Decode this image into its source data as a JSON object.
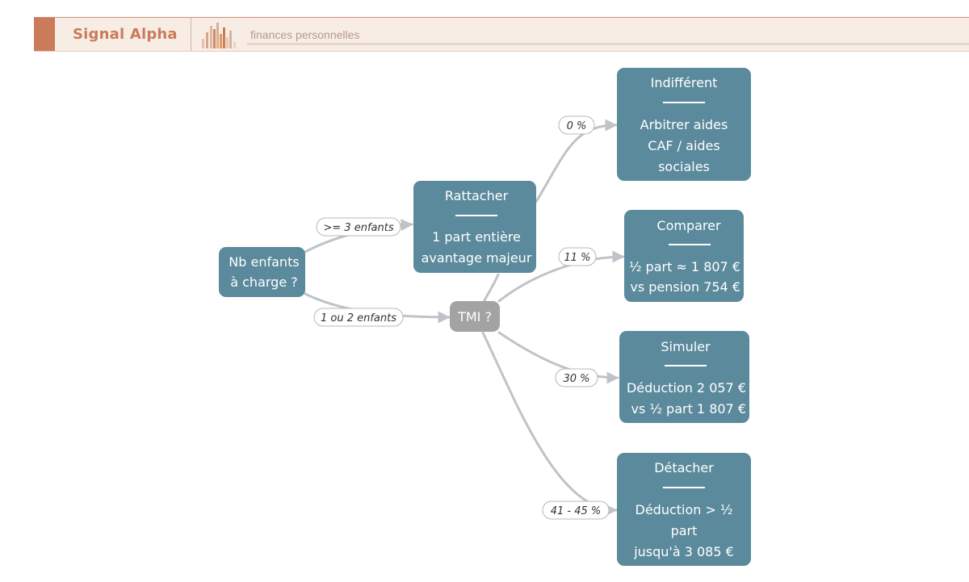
{
  "header": {
    "brand": "Signal Alpha",
    "subtitle": "finances personnelles"
  },
  "diagram": {
    "root": [
      "Nb enfants",
      "à charge ?"
    ],
    "tmi": "TMI ?",
    "rattacher": {
      "title": "Rattacher",
      "lines": [
        "1 part entière",
        "avantage majeur"
      ]
    },
    "indifferent": {
      "title": "Indifférent",
      "lines": [
        "Arbitrer aides",
        "CAF / aides",
        "sociales"
      ]
    },
    "comparer": {
      "title": "Comparer",
      "lines": [
        "½ part ≈ 1 807 €",
        "vs pension 754 €"
      ]
    },
    "simuler": {
      "title": "Simuler",
      "lines": [
        "Déduction 2 057 €",
        "vs ½ part 1 807 €"
      ]
    },
    "detacher": {
      "title": "Détacher",
      "lines": [
        "Déduction > ½",
        "part",
        "jusqu'à 3 085 €"
      ]
    },
    "edges": {
      "ge3": ">= 3 enfants",
      "e12": "1 ou 2 enfants",
      "t0": "0 %",
      "t11": "11 %",
      "t30": "30 %",
      "t41": "41 - 45 %"
    }
  }
}
